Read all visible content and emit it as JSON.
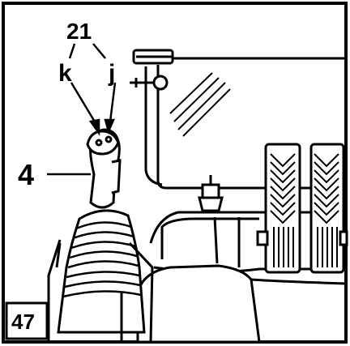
{
  "figure": {
    "number": "47",
    "labels": {
      "group": "21",
      "k": "k",
      "j": "j",
      "part": "4"
    }
  }
}
